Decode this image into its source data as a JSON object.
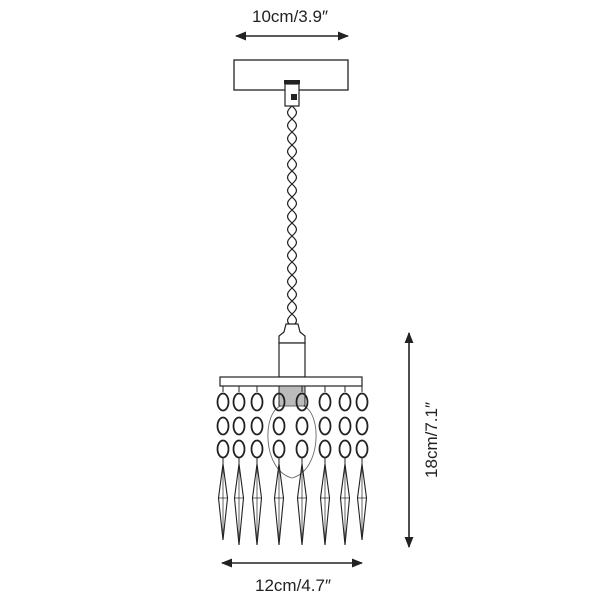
{
  "dimensions": {
    "canopy_width": "10cm/3.9″",
    "shade_width": "12cm/4.7″",
    "shade_height": "18cm/7.1″"
  },
  "colors": {
    "line": "#222222",
    "socket_fill": "#bbbbbb",
    "background": "#ffffff"
  }
}
